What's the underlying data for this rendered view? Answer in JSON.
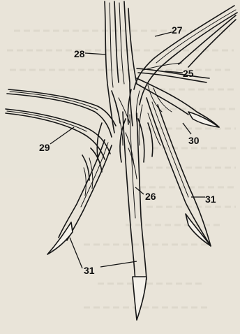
{
  "figure": {
    "labels": [
      {
        "id": "l27",
        "text": "27"
      },
      {
        "id": "l28",
        "text": "28"
      },
      {
        "id": "l25",
        "text": "25"
      },
      {
        "id": "l30",
        "text": "30"
      },
      {
        "id": "l29",
        "text": "29"
      },
      {
        "id": "l26",
        "text": "26"
      },
      {
        "id": "l31a",
        "text": "31"
      },
      {
        "id": "l31b",
        "text": "31"
      }
    ]
  }
}
